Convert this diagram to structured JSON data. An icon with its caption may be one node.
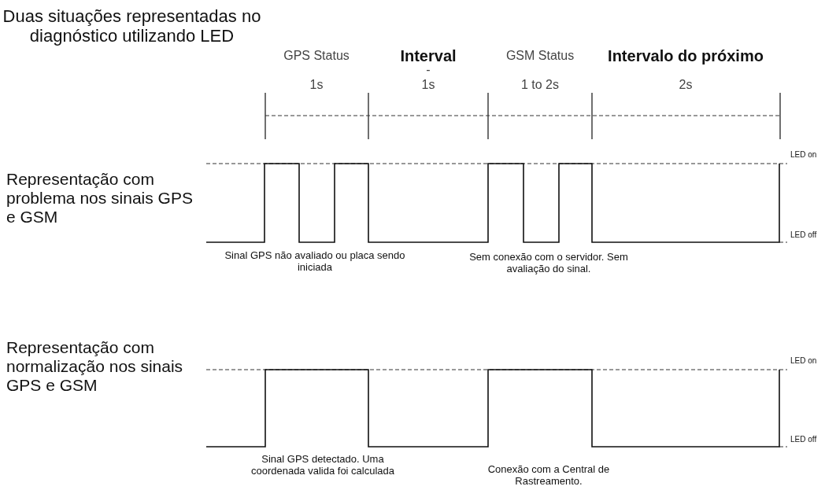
{
  "diagram": {
    "title": "Duas situações representadas no diagnóstico utilizando LED",
    "labels": [
      "GPS Status",
      "1s",
      "Interval",
      "-",
      "1s",
      "GSM Status",
      "1 to 2s",
      "Intervalo do próximo",
      "2s",
      "LED on",
      "Representação com problema nos sinais GPS e GSM",
      "LED off",
      "Sinal GPS não avaliado ou placa sendo iniciada",
      "Sem conexão com o servidor. Sem avaliação do sinal.",
      "LED on",
      "Representação com normalização nos sinais GPS e GSM",
      "LED off",
      "Sinal GPS detectado. Uma coordenada valida foi calculada",
      "Conexão com a Central de Rastreamento."
    ]
  }
}
